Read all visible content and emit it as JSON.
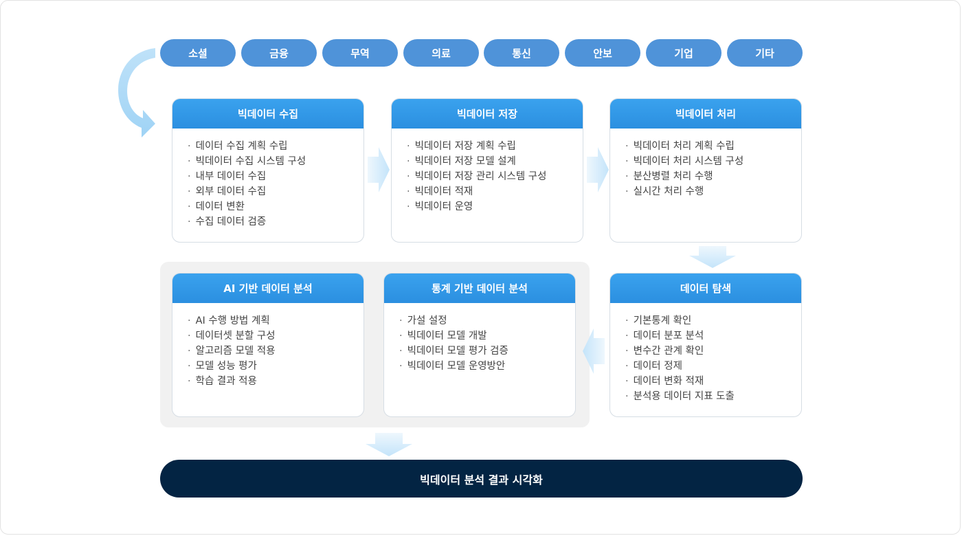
{
  "categories": [
    "소셜",
    "금융",
    "무역",
    "의료",
    "통신",
    "안보",
    "기업",
    "기타"
  ],
  "cards": {
    "collect": {
      "title": "빅데이터 수집",
      "items": [
        "데이터 수집 계획 수립",
        "빅데이터 수집 시스템 구성",
        "내부 데이터 수집",
        "외부 데이터 수집",
        "데이터 변환",
        "수집 데이터 검증"
      ]
    },
    "store": {
      "title": "빅데이터 저장",
      "items": [
        "빅데이터 저장 계획 수립",
        "빅데이터 저장 모델 설계",
        "빅데이터 저장 관리 시스템 구성",
        "빅데이터 적재",
        "빅데이터 운영"
      ]
    },
    "process": {
      "title": "빅데이터 처리",
      "items": [
        "빅데이터 처리 계획 수립",
        "빅데이터 처리 시스템 구성",
        "분산병렬 처리 수행",
        "실시간 처리 수행"
      ]
    },
    "ai": {
      "title": "AI 기반 데이터 분석",
      "items": [
        "AI 수행 방법 계획",
        "데이터셋 분할 구성",
        "알고리즘 모델 적용",
        "모델 성능 평가",
        "학습 결과 적용"
      ]
    },
    "stats": {
      "title": "통계 기반 데이터 분석",
      "items": [
        "가설 설정",
        "빅데이터 모델 개발",
        "빅데이터 모델 평가 검증",
        "빅데이터 모델 운영방안"
      ]
    },
    "explore": {
      "title": "데이터 탐색",
      "items": [
        "기본통계 확인",
        "데이터 분포 분석",
        "변수간 관계 확인",
        "데이터 정제",
        "데이터 변화 적재",
        "분석용 데이터 지표 도출"
      ]
    }
  },
  "result": "빅데이터 분석 결과 시각화",
  "colors": {
    "pill": "#4f93d9",
    "card_header": "#2b8fe0",
    "arrow": "#cfe9fb",
    "result_bar": "#032443",
    "group_bg": "#f1f1f1"
  }
}
